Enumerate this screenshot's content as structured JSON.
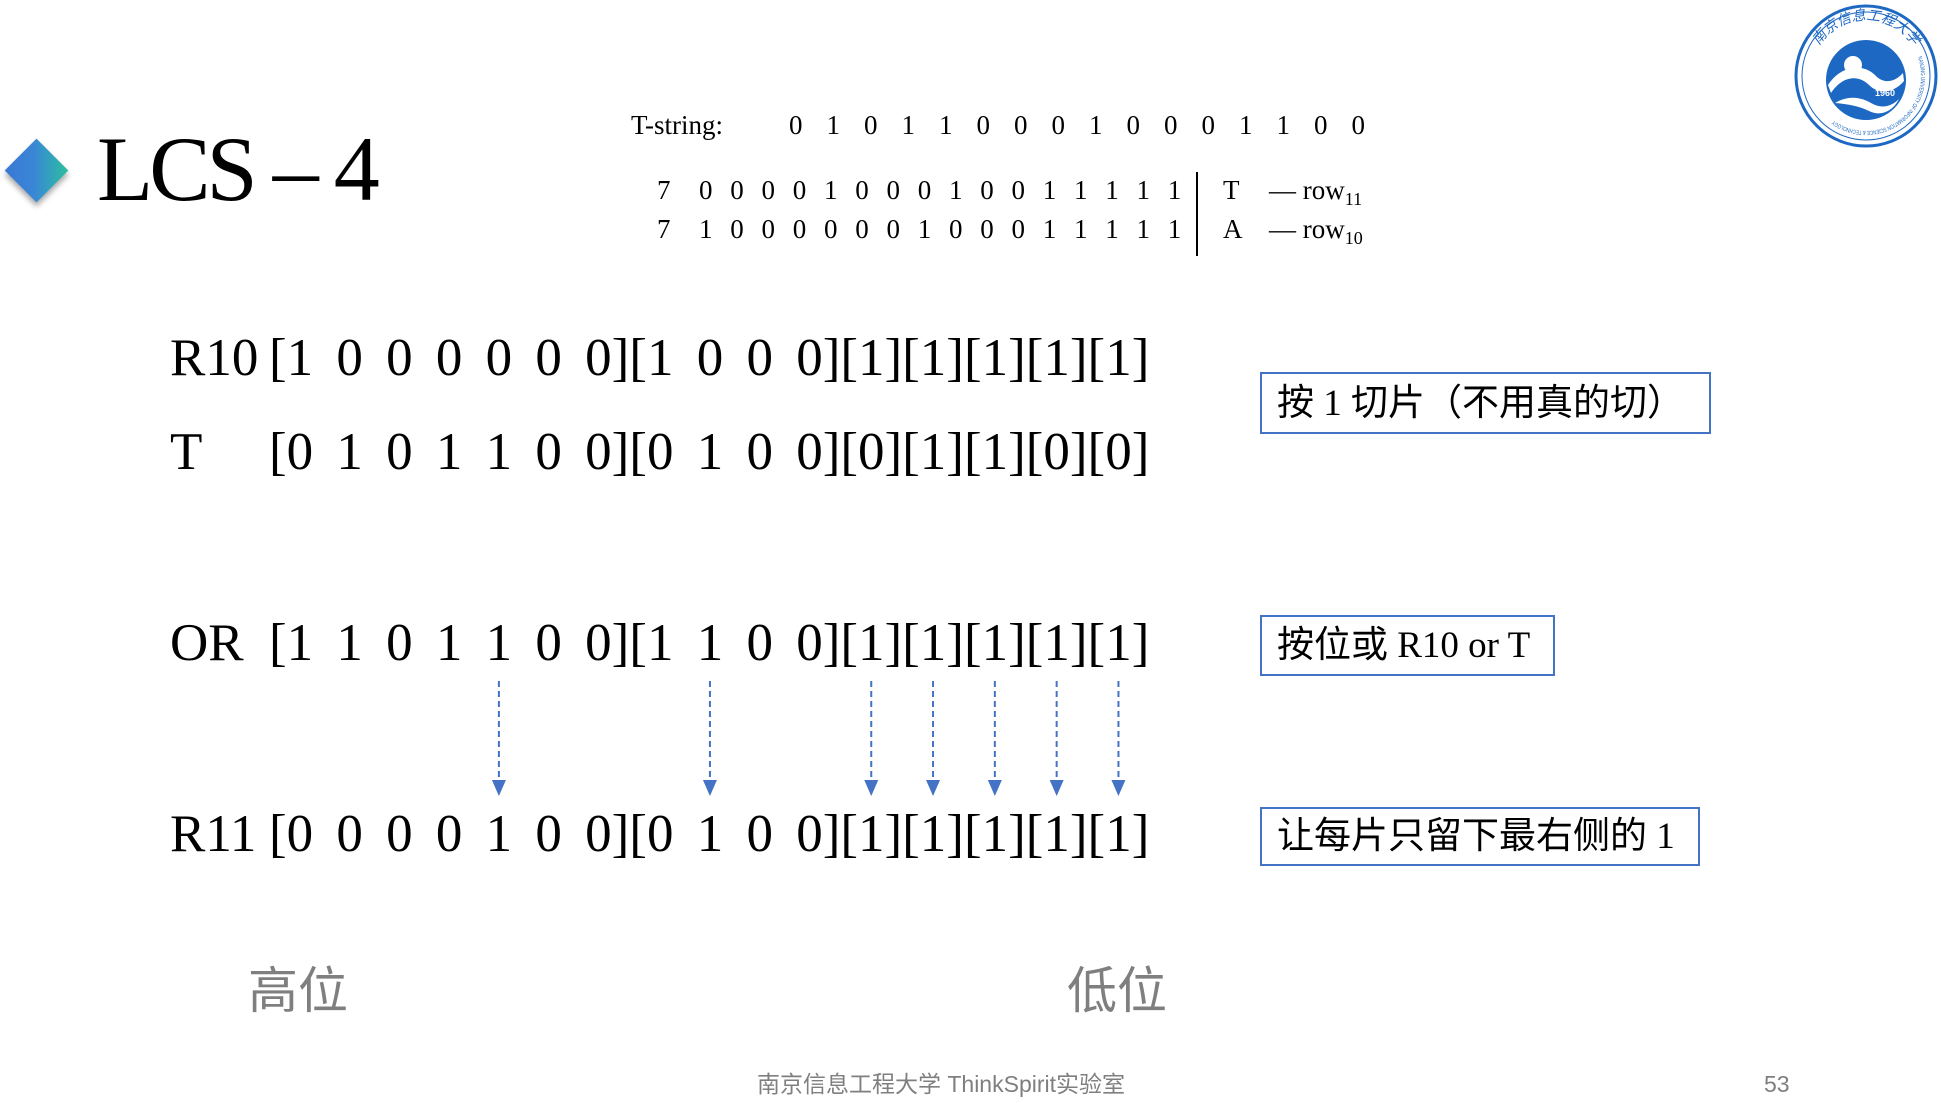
{
  "slide": {
    "title": "LCS – 4",
    "footer": "南京信息工程大学 ThinkSpirit实验室",
    "page_number": "53"
  },
  "excerpt": {
    "label": "T-string:",
    "tstring": "0 1 0 1 1 0 0 0 1 0 0 0 1 1 0 0",
    "rows": [
      {
        "num": "7",
        "bits": "0 0 0 0 1 0 0 0 1 0 0 1 1 1 1 1",
        "char": "T",
        "label": "— row",
        "sub": "11"
      },
      {
        "num": "7",
        "bits": "1 0 0 0 0 0 0 1 0 0 0 1 1 1 1 1",
        "char": "A",
        "label": "— row",
        "sub": "10"
      }
    ]
  },
  "rows": [
    {
      "label": "R10",
      "bits": "[1 0 0 0 0 0 0][1 0 0 0][1][1][1][1][1]"
    },
    {
      "label": "T",
      "bits": "[0 1 0 1 1 0 0][0 1 0 0][0][1][1][0][0]"
    },
    {
      "label": "OR",
      "bits": "[1 1 0 1 1 0 0][1 1 0 0][1][1][1][1][1]"
    },
    {
      "label": "R11",
      "bits": "[0 0 0 0 1 0 0][0 1 0 0][1][1][1][1][1]"
    }
  ],
  "notes": [
    "按 1 切片（不用真的切）",
    "按位或 R10 or T",
    "让每片只留下最右侧的 1"
  ],
  "axis_labels": {
    "high": "高位",
    "low": "低位"
  },
  "logo": {
    "name_cn": "南京信息工程大学",
    "year": "1960",
    "name_en": "NANJING UNIVERSITY OF INFORMATION SCIENCE & TECHNOLOGY"
  },
  "colors": {
    "accent": "#4472C4",
    "diamond_start": "#3A78D4",
    "diamond_end": "#2BBFA0",
    "logo_blue": "#1C68C3",
    "muted_text": "#7F7F7F"
  }
}
